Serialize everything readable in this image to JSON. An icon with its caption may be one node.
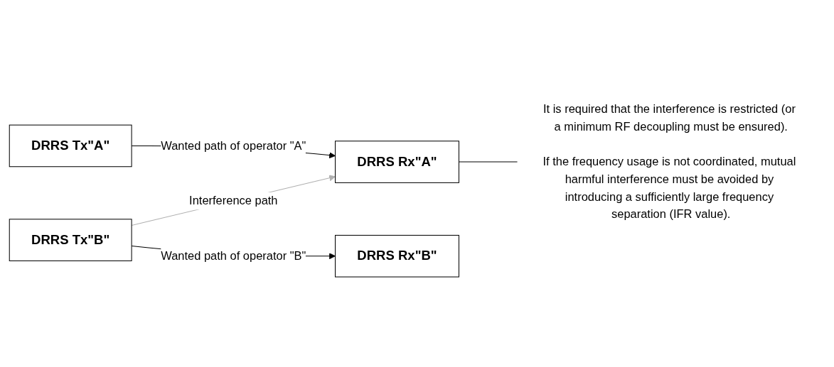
{
  "diagram": {
    "nodes": [
      {
        "text": [
          "DRRS Tx\"A\""
        ]
      },
      {
        "text": [
          "DRRS Rx\"A\""
        ]
      },
      {
        "text": [
          "DRRS Tx\"B\""
        ]
      },
      {
        "text": [
          "DRRS Rx\"B\""
        ]
      },
      {
        "text": [
          "It is required that the interference is restricted (or a minimum RF decoupling must be ensured).",
          "If the frequency usage is not coordinated, mutual harmful interference must be avoided by introducing a sufficiently large frequency separation (IFR value)."
        ]
      }
    ],
    "edges": [
      {
        "from": 0,
        "to": 1,
        "arrow": "to",
        "label": "Wanted path of operator \"A\""
      },
      {
        "from": 2,
        "to": 1,
        "arrow": "to",
        "label": "Interference path",
        "color": "#b0b0b0"
      },
      {
        "from": 2,
        "to": 3,
        "arrow": "to",
        "label": "Wanted path of operator \"B\""
      },
      {
        "from": 4,
        "to": 1,
        "arrow": "none"
      }
    ]
  }
}
